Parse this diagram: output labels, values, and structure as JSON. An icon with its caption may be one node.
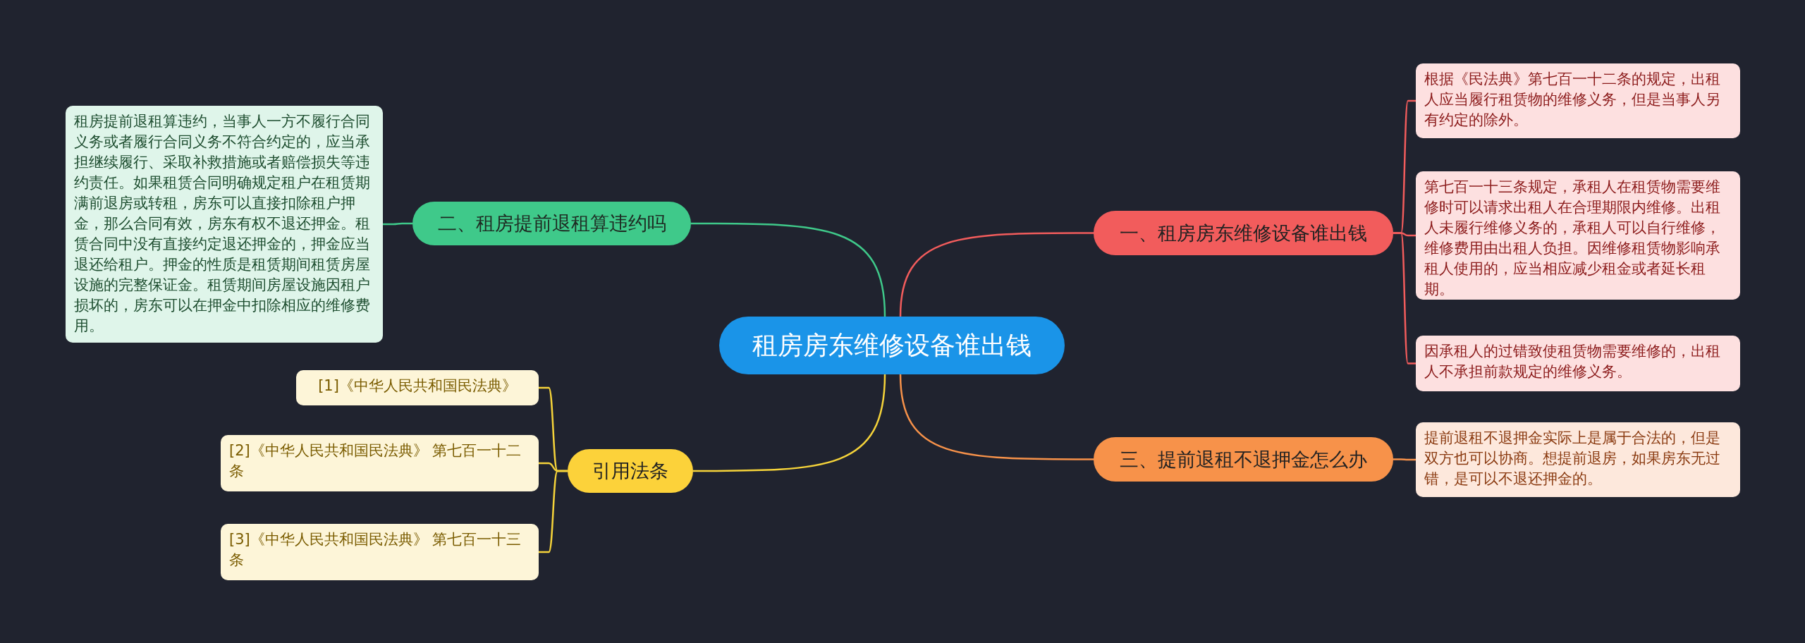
{
  "diagram": {
    "nodes": [
      {
        "text": [
          "租房房东维修设备谁出钱"
        ]
      },
      {
        "text": [
          "一、租房房东维修设备谁出钱"
        ]
      },
      {
        "text": [
          "根据《民法典》第七百一十二条的规定，出租人应当履行租赁物的维修义务，但是当事人另有约定的除外。"
        ]
      },
      {
        "text": [
          "第七百一十三条规定，承租人在租赁物需要维修时可以请求出租人在合理期限内维修。出租人未履行维修义务的，承租人可以自行维修，维修费用由出租人负担。因维修租赁物影响承租人使用的，应当相应减少租金或者延长租期。"
        ]
      },
      {
        "text": [
          "因承租人的过错致使租赁物需要维修的，出租人不承担前款规定的维修义务。"
        ]
      },
      {
        "text": [
          "二、租房提前退租算违约吗"
        ]
      },
      {
        "text": [
          "租房提前退租算违约，当事人一方不履行合同义务或者履行合同义务不符合约定的，应当承担继续履行、采取补救措施或者赔偿损失等违约责任。如果租赁合同明确规定租户在租赁期满前退房或转租，房东可以直接扣除租户押金，那么合同有效，房东有权不退还押金。租赁合同中没有直接约定退还押金的，押金应当退还给租户。押金的性质是租赁期间租赁房屋设施的完整保证金。租赁期间房屋设施因租户损坏的，房东可以在押金中扣除相应的维修费用。"
        ]
      },
      {
        "text": [
          "三、提前退租不退押金怎么办"
        ]
      },
      {
        "text": [
          "提前退租不退押金实际上是属于合法的，但是双方也可以协商。想提前退房，如果房东无过错，是可以不退还押金的。"
        ]
      },
      {
        "text": [
          "引用法条"
        ]
      },
      {
        "text": [
          "[1]《中华人民共和国民法典》"
        ]
      },
      {
        "text": [
          "[2]《中华人民共和国民法典》 第七百一十二条"
        ]
      },
      {
        "text": [
          "[3]《中华人民共和国民法典》 第七百一十三条"
        ]
      }
    ],
    "edges": [
      {
        "from": 0,
        "to": 1,
        "arrow": "none",
        "color": "#f25c5c"
      },
      {
        "from": 1,
        "to": 2,
        "arrow": "none",
        "color": "#f25c5c"
      },
      {
        "from": 1,
        "to": 3,
        "arrow": "none",
        "color": "#f25c5c"
      },
      {
        "from": 1,
        "to": 4,
        "arrow": "none",
        "color": "#f25c5c"
      },
      {
        "from": 0,
        "to": 5,
        "arrow": "none",
        "color": "#3fc98a"
      },
      {
        "from": 5,
        "to": 6,
        "arrow": "none",
        "color": "#3fc98a"
      },
      {
        "from": 0,
        "to": 7,
        "arrow": "none",
        "color": "#f7924a"
      },
      {
        "from": 7,
        "to": 8,
        "arrow": "none",
        "color": "#f7924a"
      },
      {
        "from": 0,
        "to": 9,
        "arrow": "none",
        "color": "#f5d33a"
      },
      {
        "from": 9,
        "to": 10,
        "arrow": "none",
        "color": "#f5d33a"
      },
      {
        "from": 9,
        "to": 11,
        "arrow": "none",
        "color": "#f5d33a"
      },
      {
        "from": 9,
        "to": 12,
        "arrow": "none",
        "color": "#f5d33a"
      }
    ]
  }
}
